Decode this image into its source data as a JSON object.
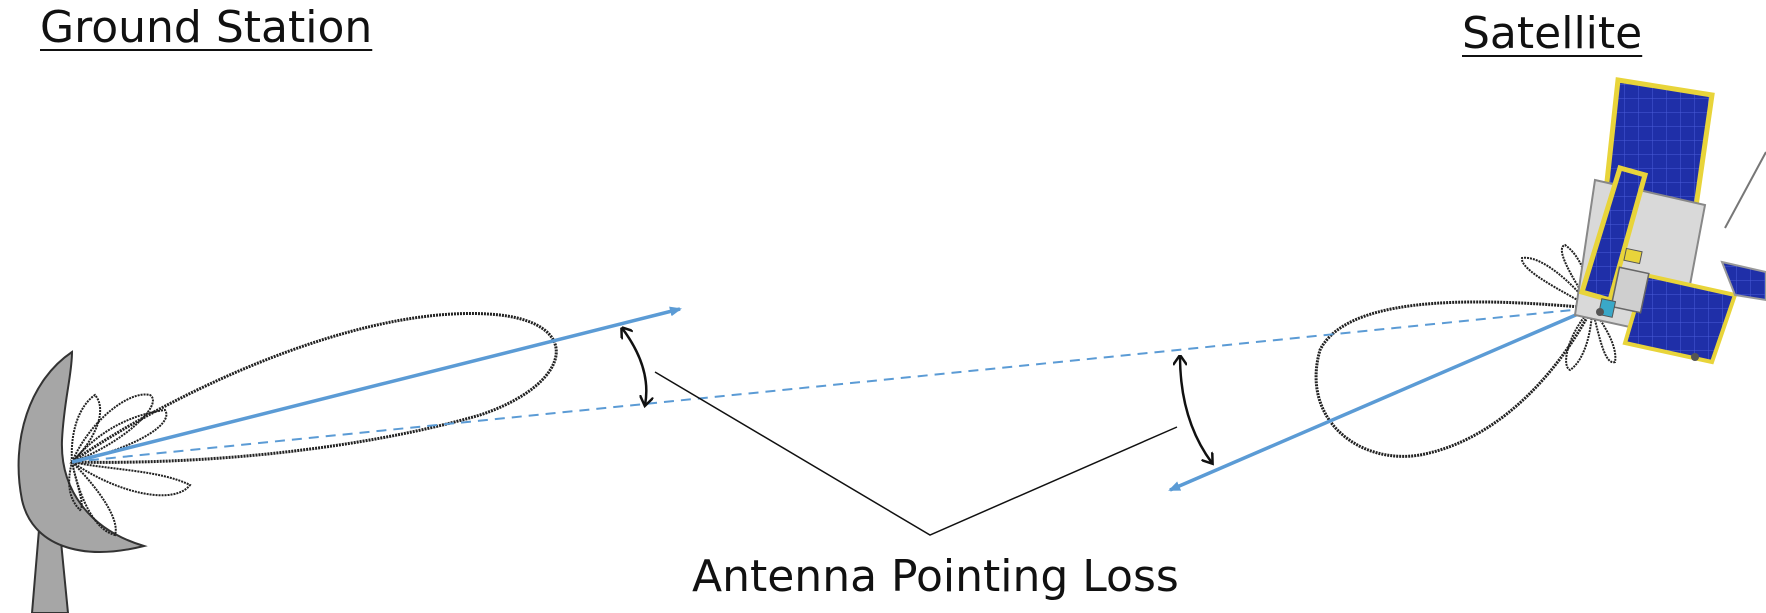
{
  "labels": {
    "ground_station": "Ground Station",
    "satellite": "Satellite",
    "pointing_loss": "Antenna Pointing Loss"
  },
  "colors": {
    "beam_vector": "#5b9bd5",
    "line_of_sight": "#5b9bd5",
    "antenna_pattern": "#222222",
    "dish": "#a6a6a6",
    "solar_panel": "#1f2fa8",
    "frame_yellow": "#e8d43a"
  },
  "icons": {
    "ground_antenna": "satellite-dish-icon",
    "spacecraft": "cubesat-icon"
  }
}
